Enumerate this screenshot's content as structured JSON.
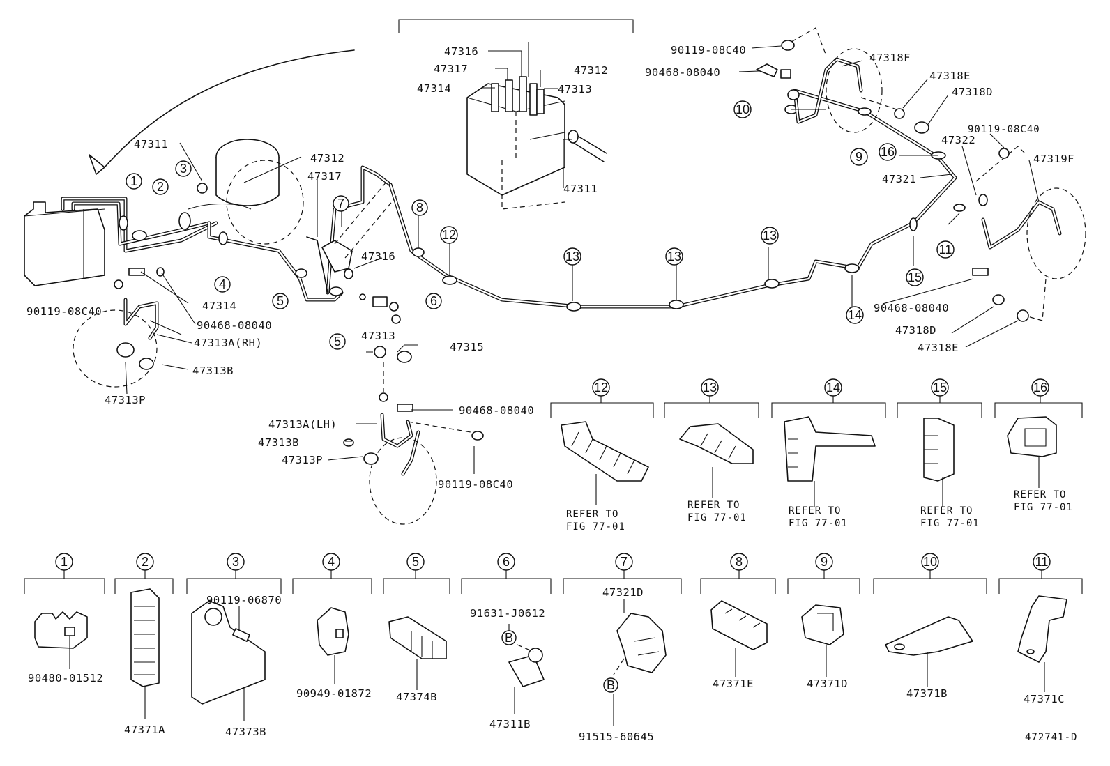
{
  "labels": {
    "p47316_top": "47316",
    "p47317_top": "47317",
    "p47314_top": "47314",
    "p47312_top": "47312",
    "p47313_top": "47313",
    "p47311_top": "47311",
    "p47311_l": "47311",
    "p47312_l": "47312",
    "p47317_l": "47317",
    "p47316_l": "47316",
    "p47314_l": "47314",
    "p90119_l": "90119-08C40",
    "p90468_l": "90468-08040",
    "p47313A_rh": "47313A(RH)",
    "p47313B_l": "47313B",
    "p47313P_l": "47313P",
    "p47313_m": "47313",
    "p47315": "47315",
    "p90468_m": "90468-08040",
    "p47313A_lh": "47313A(LH)",
    "p47313B_m": "47313B",
    "p47313P_m": "47313P",
    "p90119_m": "90119-08C40",
    "p90119_r1": "90119-08C40",
    "p90468_r1": "90468-08040",
    "p47318F": "47318F",
    "p47318E_r1": "47318E",
    "p47318D_r1": "47318D",
    "p90119_r2": "90119-08C40",
    "p47322": "47322",
    "p47319F": "47319F",
    "p47321": "47321",
    "p90468_r2": "90468-08040",
    "p47318D_r2": "47318D",
    "p47318E_r2": "47318E",
    "refer_to": "REFER TO",
    "fig_ref": "FIG 77-01",
    "p90480": "90480-01512",
    "p47371A": "47371A",
    "p90119_06870": "90119-06870",
    "p47373B": "47373B",
    "p90949": "90949-01872",
    "p47374B": "47374B",
    "p91631": "91631-J0612",
    "p47311B": "47311B",
    "p47321D": "47321D",
    "p91515": "91515-60645",
    "p47371E": "47371E",
    "p47371D": "47371D",
    "p47371B": "47371B",
    "p47371C": "47371C",
    "diagram_id": "472741-D",
    "letter_b": "B"
  },
  "callouts": [
    "1",
    "2",
    "3",
    "4",
    "5",
    "6",
    "7",
    "8",
    "9",
    "10",
    "11",
    "12",
    "13",
    "14",
    "15",
    "16"
  ]
}
